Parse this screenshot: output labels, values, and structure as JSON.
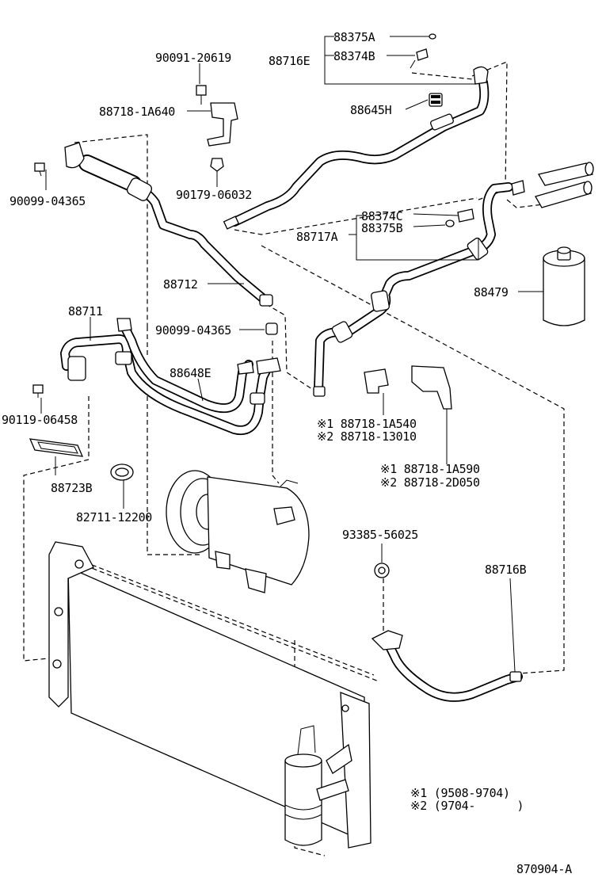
{
  "diagram": {
    "labels": {
      "p88375A": "88375A",
      "p88716E": "88716E",
      "p88374B": "88374B",
      "p90091": "90091-20619",
      "p88718_1A640": "88718-1A640",
      "p88645H": "88645H",
      "p90099_a": "90099-04365",
      "p90179": "90179-06032",
      "p88374C": "88374C",
      "p88717A": "88717A",
      "p88375B": "88375B",
      "p88479": "88479",
      "p88712": "88712",
      "p88711": "88711",
      "p90099_b": "90099-04365",
      "p88648E": "88648E",
      "p90119": "90119-06458",
      "p88723B": "88723B",
      "p82711": "82711-12200",
      "p88718_1A540": "※1 88718-1A540",
      "p88718_13010": "※2 88718-13010",
      "p88718_1A590": "※1 88718-1A590",
      "p88718_2D050": "※2 88718-2D050",
      "p93385": "93385-56025",
      "p88716B": "88716B"
    },
    "notes": {
      "n1": "※1 (9508-9704)",
      "n2": "※2 (9704-      )"
    },
    "figure_code": "870904-A"
  }
}
